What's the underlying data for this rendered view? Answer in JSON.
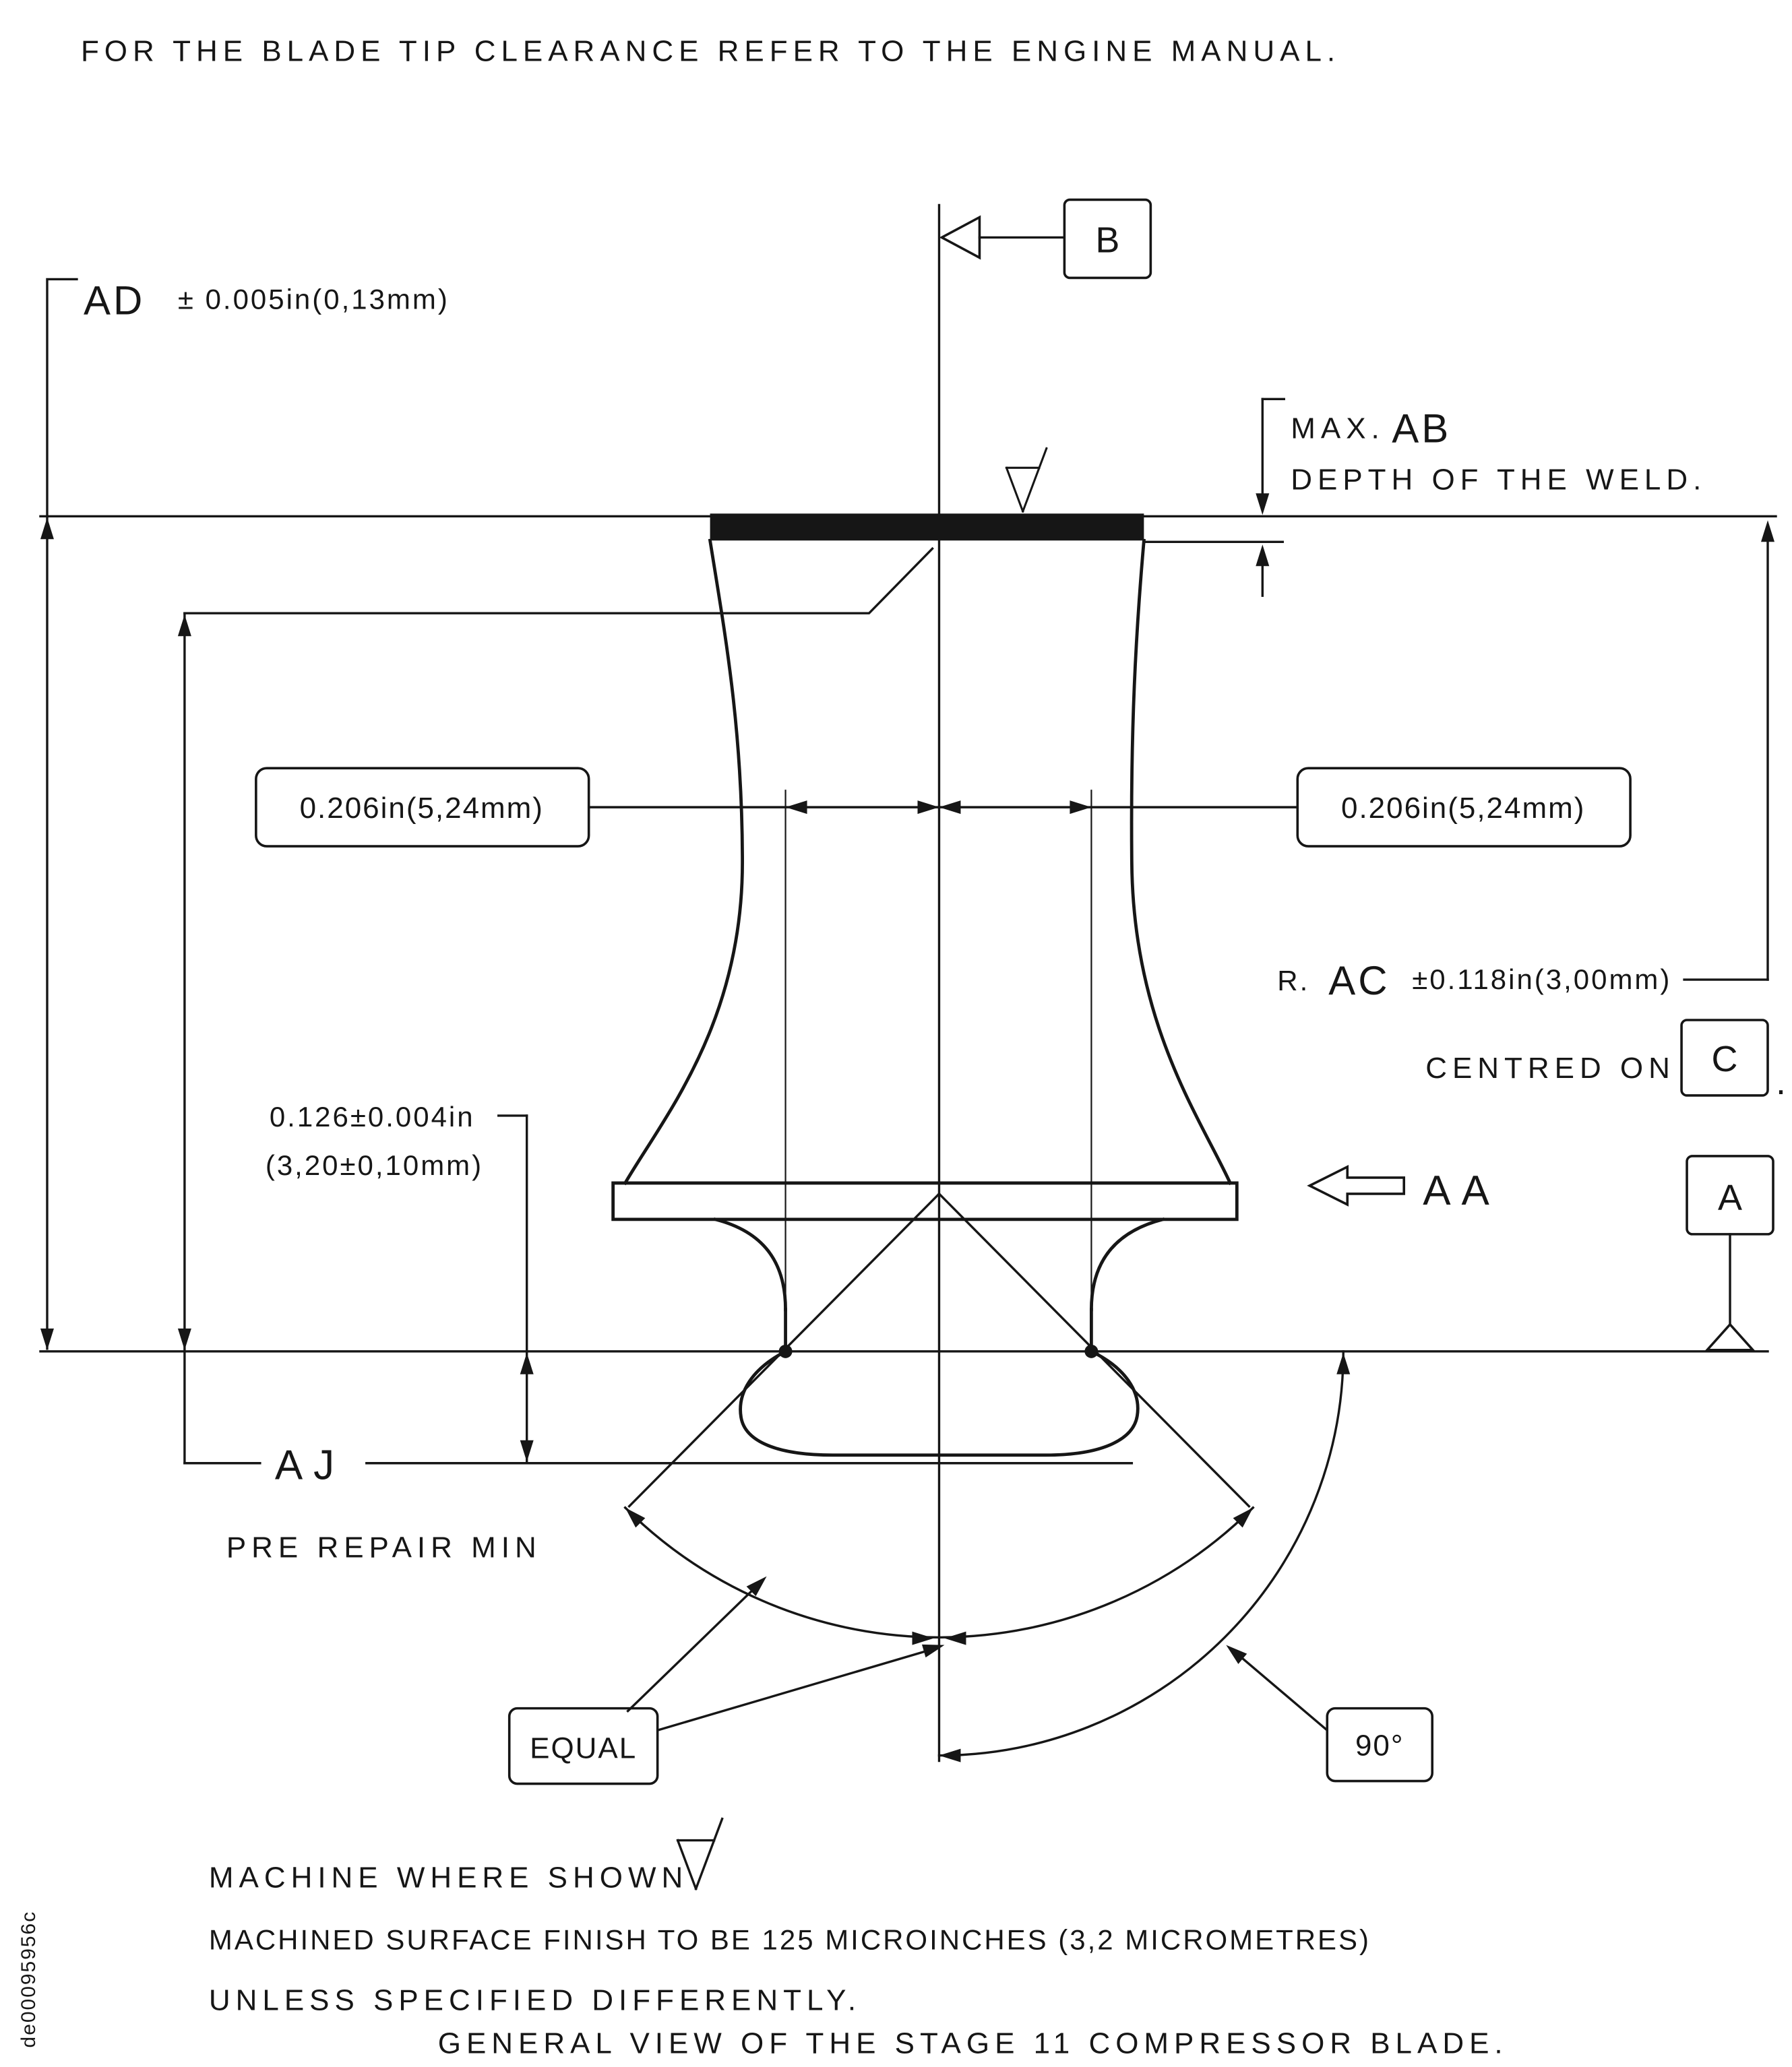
{
  "colors": {
    "ink": "#161616",
    "paper": "#ffffff"
  },
  "top_note": "FOR THE BLADE TIP CLEARANCE REFER TO THE ENGINE MANUAL.",
  "dim_ad": {
    "label": "AD",
    "tolerance": "± 0.005in(0,13mm)"
  },
  "dim_ab": {
    "prefix": "MAX.",
    "label": "AB",
    "caption": "DEPTH OF THE WELD."
  },
  "dim_chord": {
    "left": "0.206in(5,24mm)",
    "right": "0.206in(5,24mm)"
  },
  "dim_ac": {
    "prefix": "R.",
    "label": "AC",
    "tolerance": "±0.118in(3,00mm)",
    "centred_on": "CENTRED ON",
    "period": "."
  },
  "dim_root": {
    "line1": "0.126±0.004in",
    "line2": "(3,20±0,10mm)"
  },
  "dim_aj": {
    "label": "AJ",
    "caption": "PRE REPAIR MIN"
  },
  "dim_angle": {
    "equal": "EQUAL",
    "ninety": "90°"
  },
  "datums": {
    "a": "A",
    "b": "B",
    "c": "C"
  },
  "view_label": "AA",
  "notes": {
    "machine": "MACHINE WHERE SHOWN",
    "finish": "MACHINED SURFACE FINISH TO BE 125 MICROINCHES (3,2 MICROMETRES)",
    "unless": "UNLESS SPECIFIED DIFFERENTLY."
  },
  "caption": "GENERAL VIEW OF THE STAGE 11 COMPRESSOR BLADE.",
  "doc_number": "de00095956c"
}
